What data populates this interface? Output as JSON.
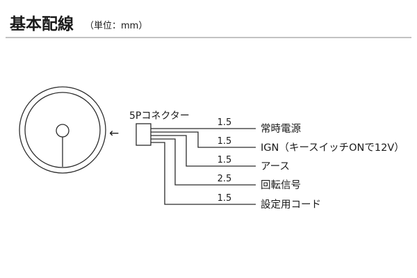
{
  "header": {
    "title": "基本配線",
    "unit": "（単位：mm）"
  },
  "diagram": {
    "connector_label": "5Pコネクター",
    "arrow_glyph": "←",
    "wires": [
      {
        "size": "1.5",
        "label": "常時電源"
      },
      {
        "size": "1.5",
        "label": "IGN（キースイッチONで12V）"
      },
      {
        "size": "1.5",
        "label": "アース"
      },
      {
        "size": "2.5",
        "label": "回転信号"
      },
      {
        "size": "1.5",
        "label": "設定用コード"
      }
    ]
  },
  "colors": {
    "line": "#2b2b2b",
    "divider": "#9e9e9e",
    "text": "#1a1a1a"
  }
}
